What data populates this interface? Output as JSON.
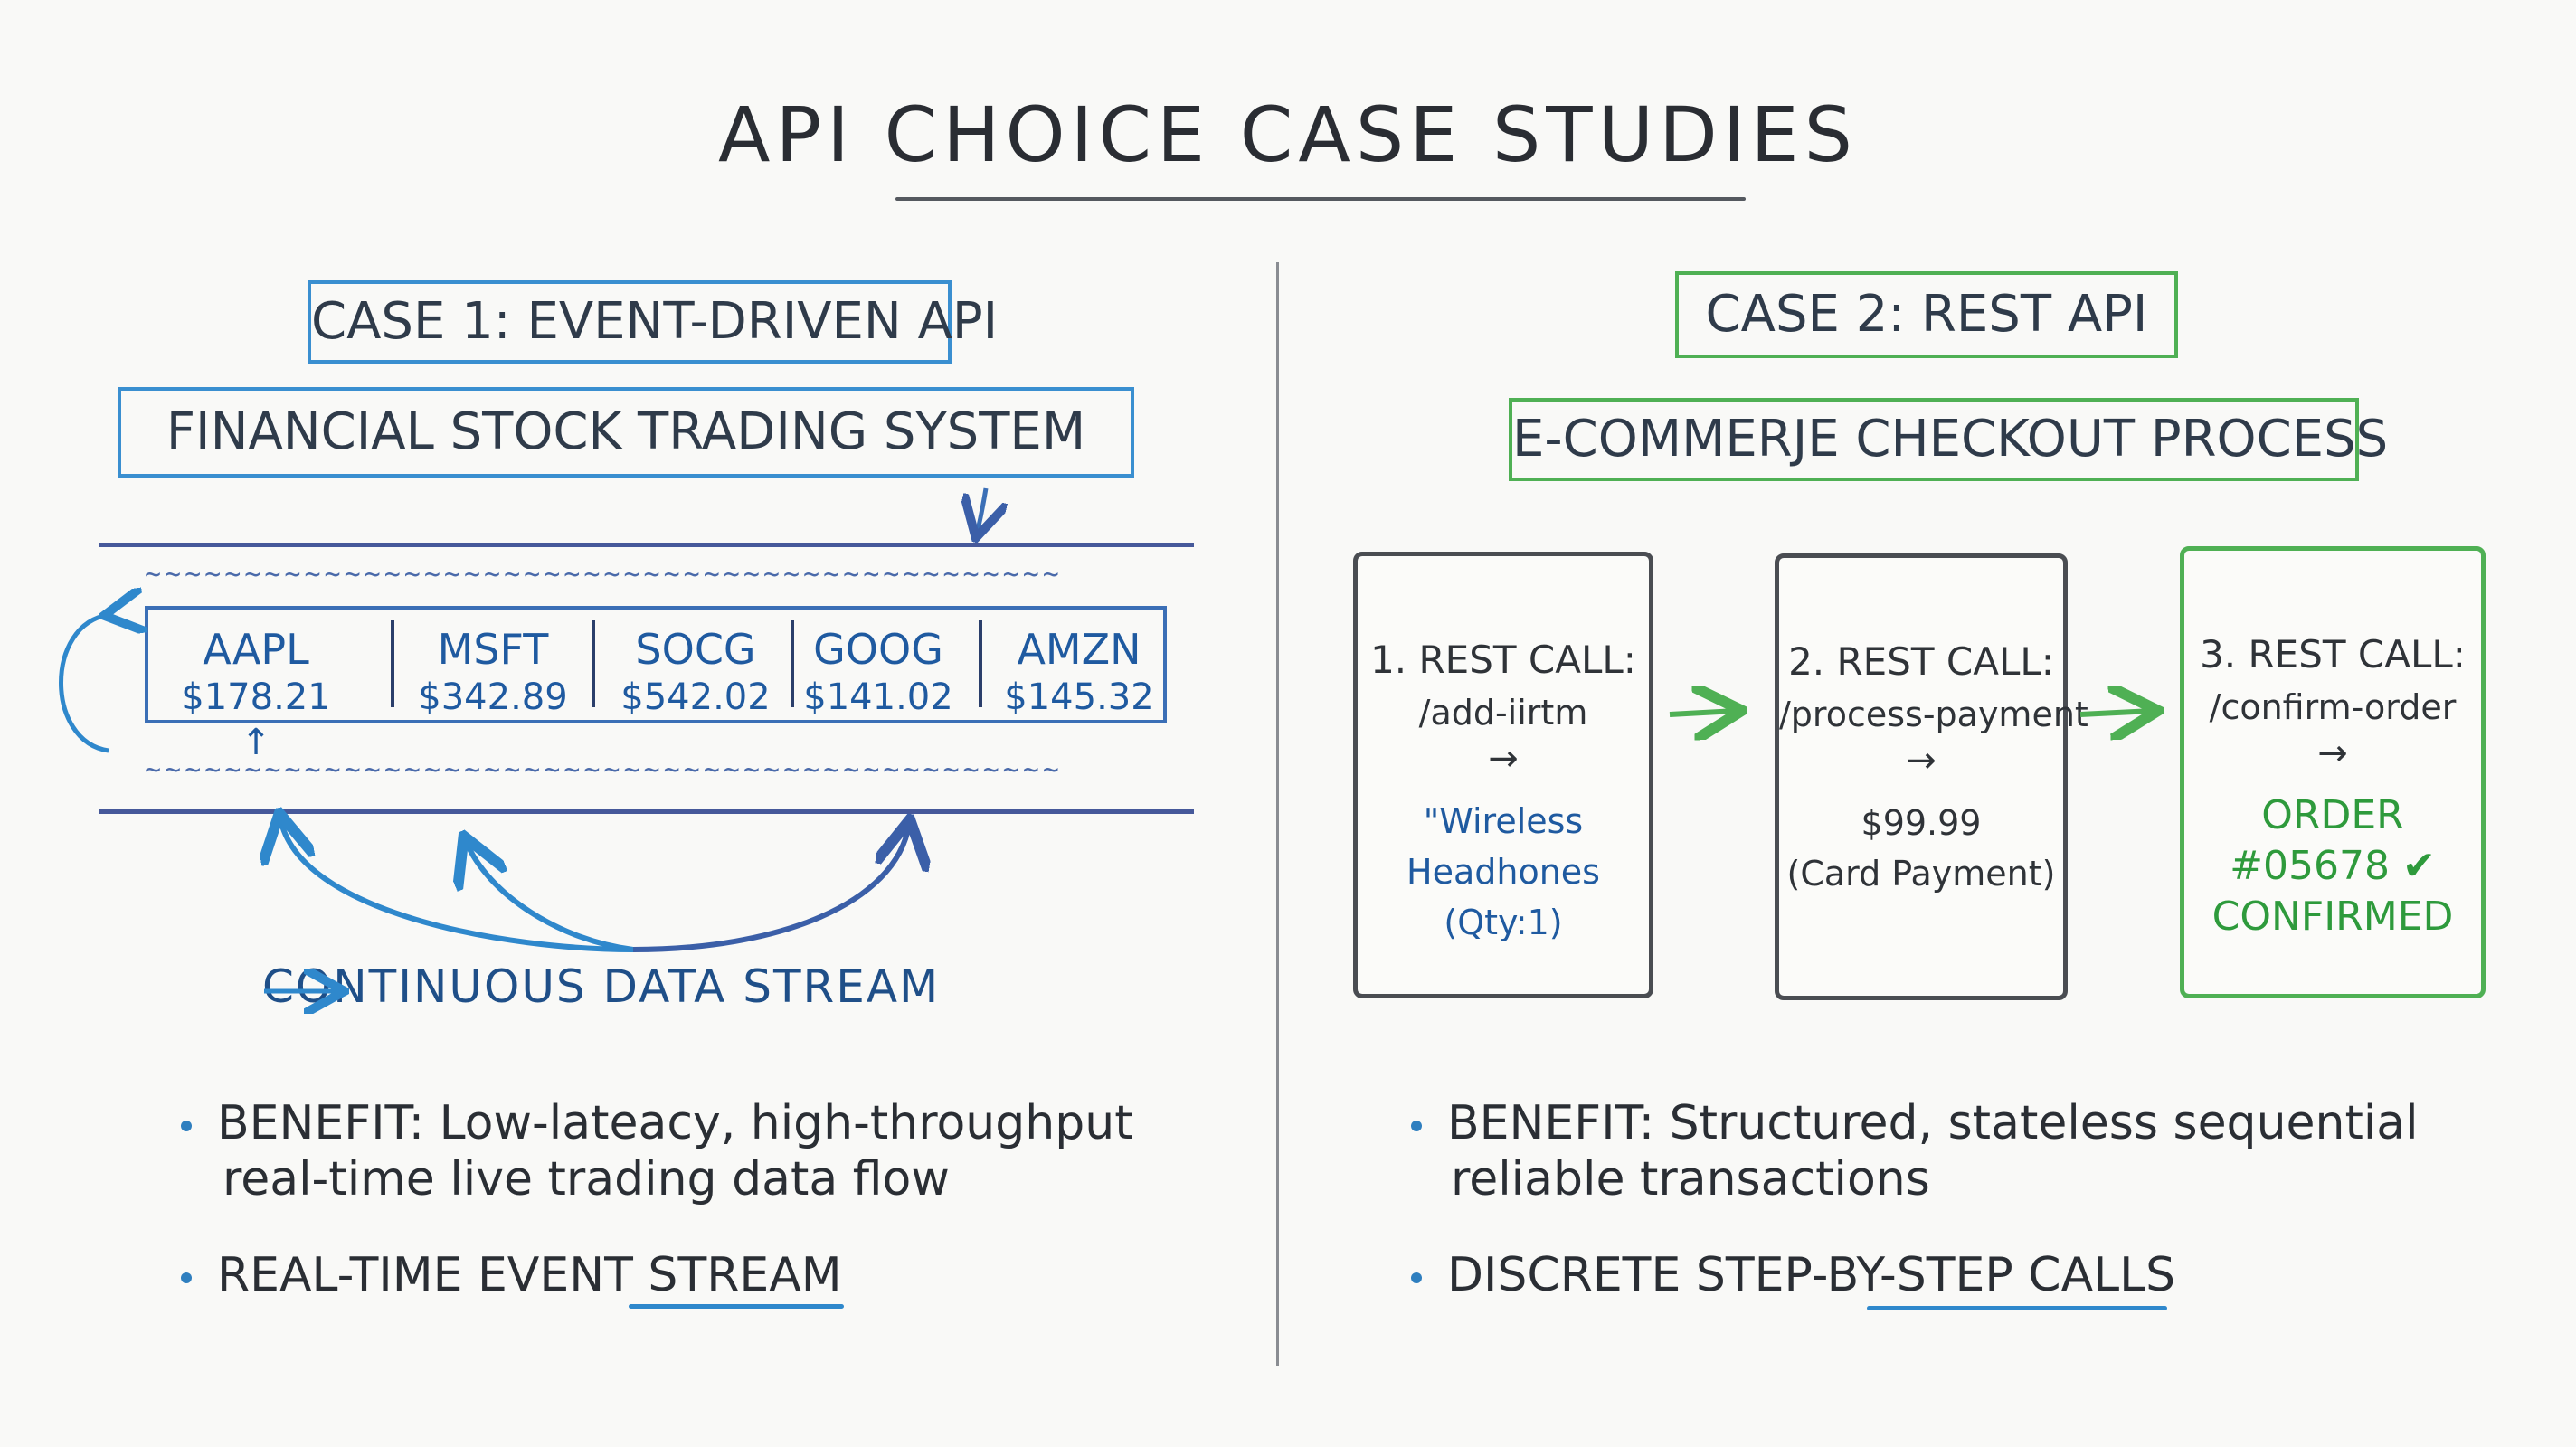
{
  "title": "API CHOICE CASE STUDIES",
  "case1": {
    "label": "CASE 1: EVENT-DRIVEN API",
    "subtitle": "FINANCIAL STOCK TRADING SYSTEM",
    "stream_top_marks": "~~~~~~~~~~~~~~~~~~~~~~~~~~~~~~~~~~~~~~~~~~~~~~",
    "stream_bottom_marks": "~~~~~~~~~~~~~~~~~~~~~~~~~~~~~~~~~~~~~~~~~~~~~~",
    "stocks": [
      {
        "symbol": "AAPL",
        "price": "$178.21 ↑"
      },
      {
        "symbol": "MSFT",
        "price": "$342.89"
      },
      {
        "symbol": "SOCG",
        "price": "$542.02"
      },
      {
        "symbol": "GOOG",
        "price": "$141.02"
      },
      {
        "symbol": "AMZN",
        "price": "$145.32"
      }
    ],
    "stream_label": "CONTINUOUS DATA STREAM",
    "benefit_line1": "BENEFIT: Low-lateacy, high-throughput",
    "benefit_line2": "real-time live trading data flow",
    "point2": "REAL-TIME EVENT STREAM"
  },
  "case2": {
    "label": "CASE 2: REST API",
    "subtitle": "E-COMMERJE CHECKOUT PROCESS",
    "steps": [
      {
        "title": "1. REST CALL:",
        "path": "/add-iirtm",
        "arrow": "→",
        "detail1": "\"Wireless",
        "detail2": "Headhones",
        "detail3": "(Qty:1)"
      },
      {
        "title": "2. REST CALL:",
        "path": "/process-payment",
        "arrow": "→",
        "detail1": "$99.99",
        "detail2": "(Card Payment)"
      },
      {
        "title": "3. REST CALL:",
        "path": "/confirm-order",
        "arrow": "→",
        "detail1": "ORDER",
        "detail2": "#05678 ✔",
        "detail3": "CONFIRMED"
      }
    ],
    "benefit_line1": "BENEFIT: Structured, stateless sequential",
    "benefit_line2": "reliable transactions",
    "point2": "DISCRETE STEP-BY-STEP CALLS"
  },
  "colors": {
    "blue": "#3a8fd0",
    "green": "#4fb054",
    "ink": "#2a2e34"
  }
}
